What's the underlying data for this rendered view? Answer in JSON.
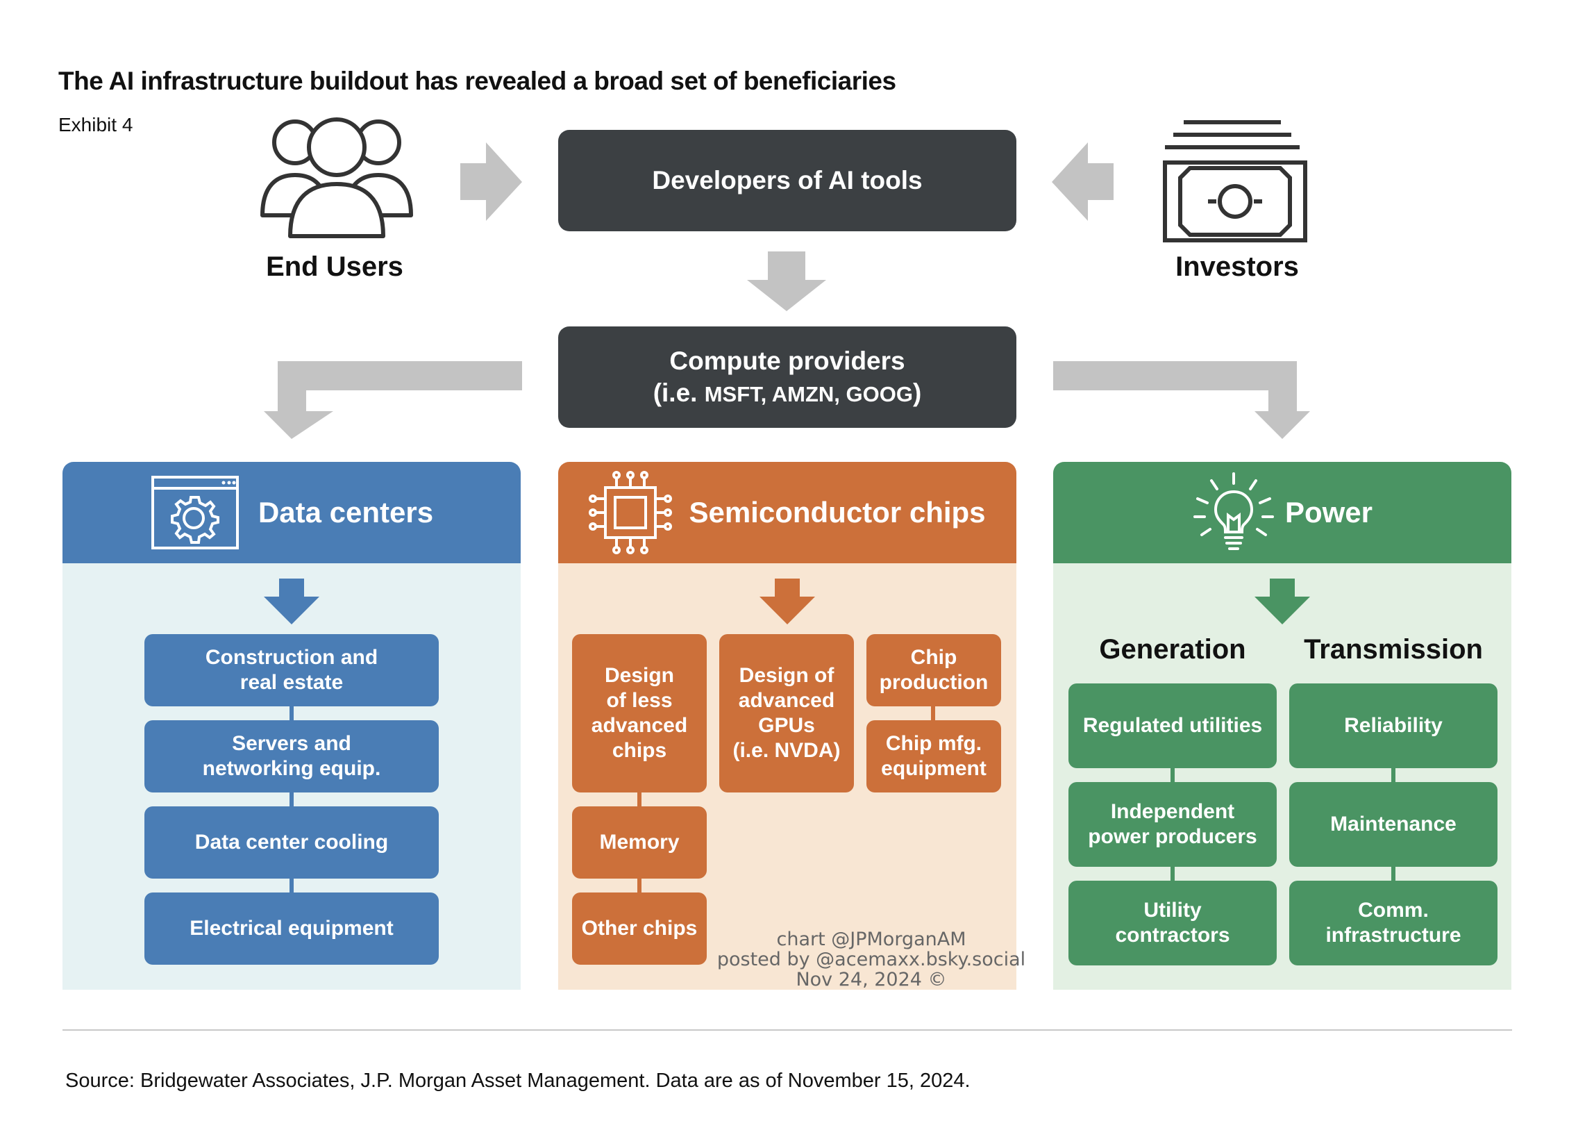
{
  "title": "The AI infrastructure buildout has revealed a broad set of beneficiaries",
  "subtitle": "Exhibit 4",
  "nodes": {
    "end_users": "End Users",
    "investors": "Investors",
    "developers": "Developers of AI tools",
    "compute_line1": "Compute providers",
    "compute_prefix": "(i.e. ",
    "compute_tickers": "MSFT, AMZN, GOOG",
    "compute_suffix": ")"
  },
  "panels": {
    "data_centers": {
      "title": "Data centers",
      "color": "#4a7db5",
      "body_color": "#e6f2f3",
      "items": [
        "Construction and\nreal estate",
        "Servers and\nnetworking equip.",
        "Data center cooling",
        "Electrical equipment"
      ]
    },
    "semiconductors": {
      "title": "Semiconductor chips",
      "color": "#cc703a",
      "body_color": "#f8e6d3",
      "items": {
        "design_less": "Design\nof less\nadvanced\nchips",
        "design_gpus": "Design of\nadvanced\nGPUs\n(i.e. NVDA)",
        "chip_production": "Chip\nproduction",
        "chip_mfg": "Chip mfg.\nequipment",
        "memory": "Memory",
        "other_chips": "Other chips"
      }
    },
    "power": {
      "title": "Power",
      "color": "#4a9463",
      "body_color": "#e3f0e3",
      "generation": {
        "heading": "Generation",
        "items": [
          "Regulated utilities",
          "Independent\npower producers",
          "Utility\ncontractors"
        ]
      },
      "transmission": {
        "heading": "Transmission",
        "items": [
          "Reliability",
          "Maintenance",
          "Comm.\ninfrastructure"
        ]
      }
    }
  },
  "watermark": {
    "line1": "chart @JPMorganAM",
    "line2": "posted by @acemaxx.bsky.social",
    "line3": "Nov 24, 2024 ©"
  },
  "source": "Source: Bridgewater Associates, J.P. Morgan Asset Management. Data are as of November 15, 2024.",
  "colors": {
    "arrow_gray": "#c3c3c3",
    "dark_box": "#3c4043"
  },
  "icons": [
    "users-icon",
    "money-icon",
    "gear-window-icon",
    "chip-icon",
    "lightbulb-icon"
  ]
}
